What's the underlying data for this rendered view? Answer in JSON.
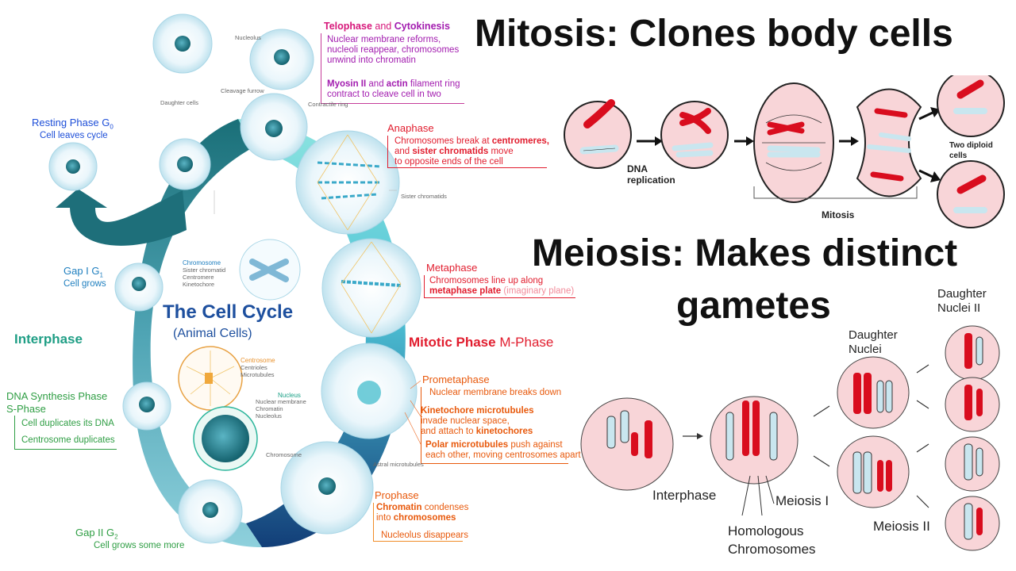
{
  "cell_cycle": {
    "title": "The Cell Cycle",
    "subtitle": "(Animal Cells)",
    "interphase": "Interphase",
    "mitotic_phase": "Mitotic Phase",
    "mitotic_phase_suffix": "M-Phase",
    "resting": {
      "title": "Resting Phase",
      "sym": "G",
      "sub": "0",
      "desc": "Cell leaves cycle"
    },
    "gap1": {
      "title": "Gap I",
      "sym": "G",
      "sub": "1",
      "desc": "Cell grows"
    },
    "synthesis": {
      "title": "DNA Synthesis Phase",
      "sym": "S-Phase",
      "l1": "Cell duplicates its DNA",
      "l2": "Centrosome duplicates"
    },
    "gap2": {
      "title": "Gap II",
      "sym": "G",
      "sub": "2",
      "desc": "Cell grows some more"
    },
    "telophase": {
      "t1": "Telophase",
      "and": "and",
      "t2": "Cytokinesis",
      "l1": "Nuclear membrane reforms,",
      "l2": "nucleoli reappear, chromosomes",
      "l3": "unwind into chromatin",
      "m1": "Myosin II",
      "mand": "and",
      "m2": "actin",
      "m3": "filament ring",
      "m4": "contract to cleave cell in two"
    },
    "anaphase": {
      "title": "Anaphase",
      "l1a": "Chromosomes break at",
      "l1b": "centromeres,",
      "l2a": "and",
      "l2b": "sister chromatids",
      "l2c": "move",
      "l3": "to opposite ends of the cell"
    },
    "metaphase": {
      "title": "Metaphase",
      "l1": "Chromosomes line up along",
      "l2a": "metaphase plate",
      "l2b": "(imaginary plane)"
    },
    "prometaphase": {
      "title": "Prometaphase",
      "l1": "Nuclear membrane breaks down",
      "k1": "Kinetochore microtubules",
      "k2": "invade nuclear space,",
      "k3a": "and attach to",
      "k3b": "kinetochores",
      "p1a": "Polar microtubules",
      "p1b": "push against",
      "p2": "each other, moving centrosomes apart"
    },
    "prophase": {
      "title": "Prophase",
      "l1a": "Chromatin",
      "l1b": "condenses",
      "l2a": "into",
      "l2b": "chromosomes",
      "l3": "Nucleolus disappears"
    },
    "chromosome": {
      "title": "Chromosome",
      "a": "Sister chromatid",
      "b": "Centromere",
      "c": "Kinetochore"
    },
    "centrosome": {
      "title": "Centrosome",
      "a": "Centrioles",
      "b": "Microtubules"
    },
    "nucleus": {
      "title": "Nucleus",
      "a": "Nuclear membrane",
      "b": "Chromatin",
      "c": "Nucleolus"
    },
    "small": {
      "nucleolus": "Nucleolus",
      "daughter_cells": "Daughter cells",
      "cleavage": "Cleavage furrow",
      "contractile": "Contractile ring",
      "sister": "Sister chromatids",
      "chromosome": "Chromosome",
      "astral": "Astral microtubules"
    }
  },
  "mitosis": {
    "heading": "Mitosis: Clones body cells",
    "dna": "DNA",
    "replication": "replication",
    "label": "Mitosis",
    "two_diploid": "Two diploid",
    "cells": "cells"
  },
  "meiosis": {
    "heading1": "Meiosis: Makes distinct",
    "heading2": "gametes",
    "interphase": "Interphase",
    "meiosis1": "Meiosis I",
    "meiosis2": "Meiosis II",
    "homologous1": "Homologous",
    "homologous2": "Chromosomes",
    "daughter1a": "Daughter",
    "daughter1b": "Nuclei",
    "daughter2a": "Daughter",
    "daughter2b": "Nuclei II"
  },
  "colors": {
    "red": "#e11d2e",
    "chrom_red": "#d90d1e",
    "chrom_blue": "#c9e6ef",
    "cell_pink": "#f8d5d8",
    "teal": "#1f9e85"
  }
}
